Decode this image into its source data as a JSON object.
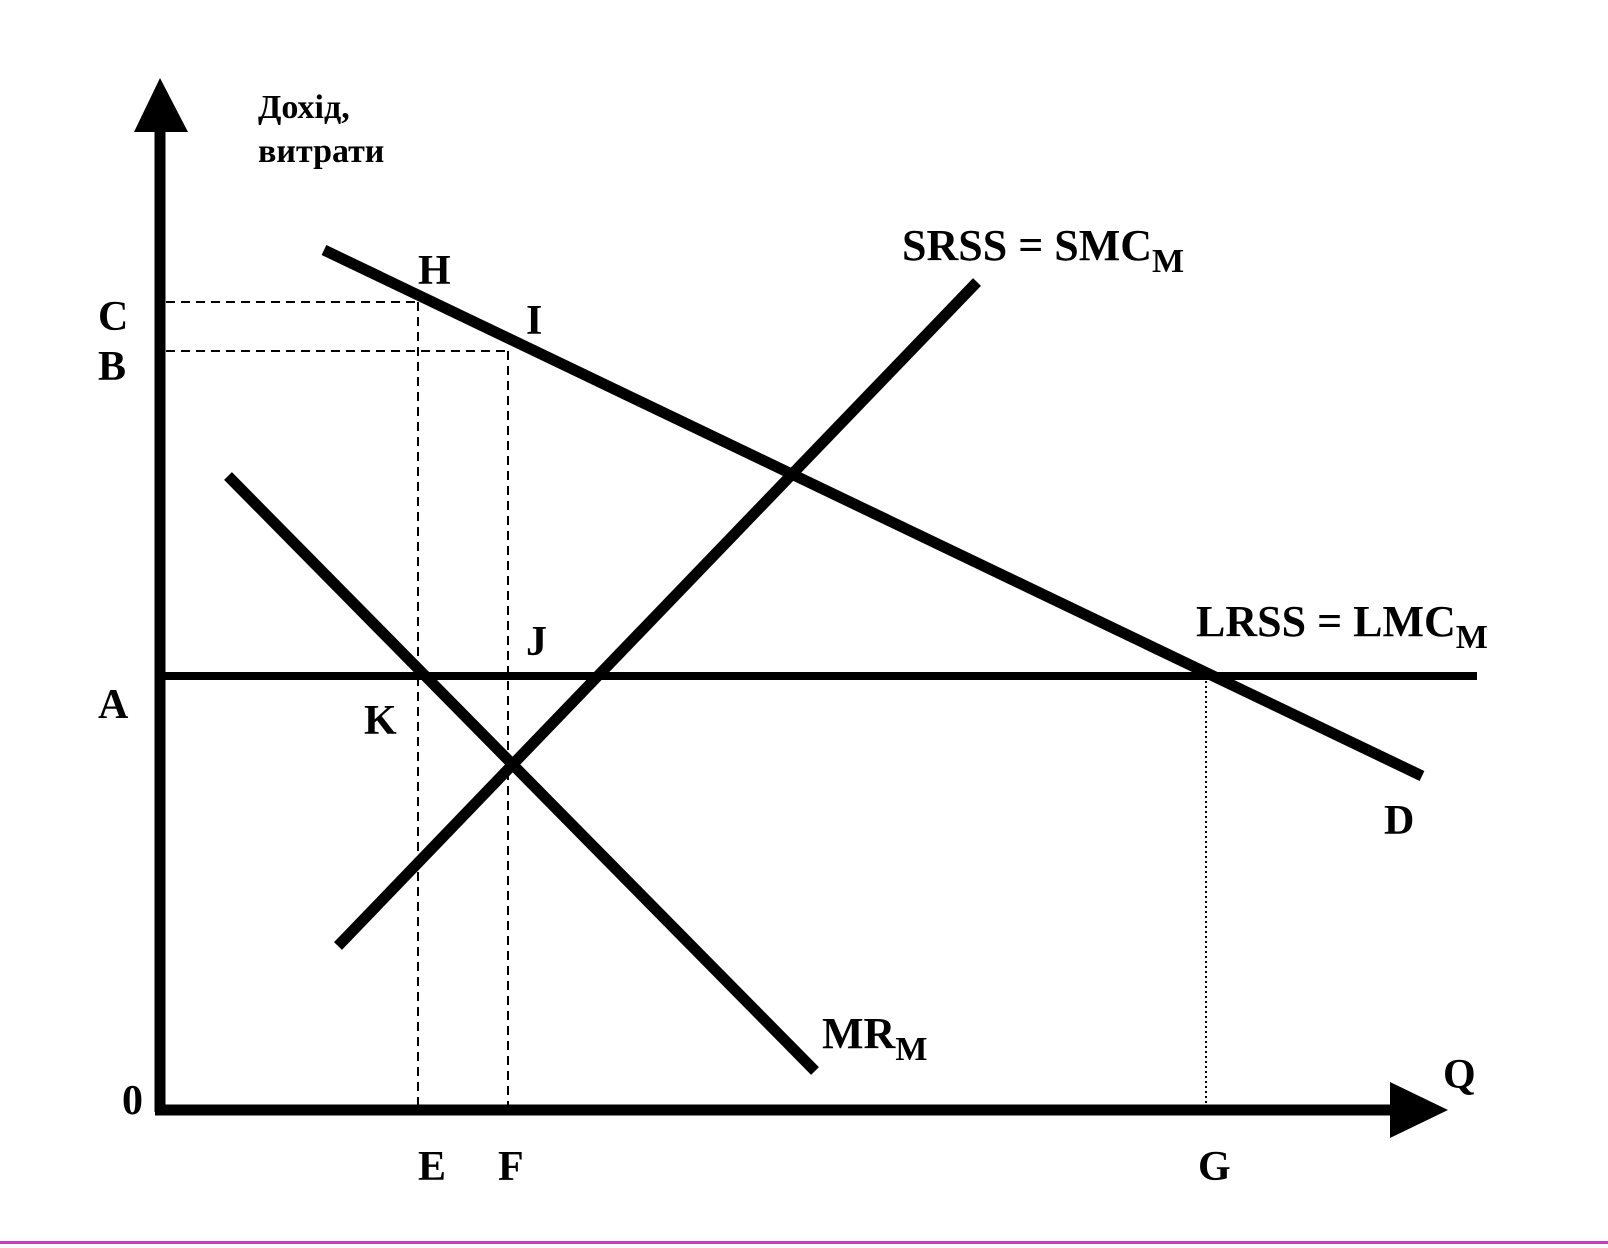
{
  "y_axis_label": [
    "Дохід,",
    "витрати"
  ],
  "x_axis_label": "Q",
  "origin_label": "0",
  "y_points": {
    "C": "C",
    "B": "B",
    "A": "A"
  },
  "x_points": {
    "E": "E",
    "F": "F",
    "G": "G"
  },
  "curve_points": {
    "H": "H",
    "I": "I",
    "J": "J",
    "K": "K",
    "D": "D"
  },
  "curves": {
    "srss": {
      "main": "SRSS = SMC",
      "sub": "M"
    },
    "lrss": {
      "main": "LRSS = LMC",
      "sub": "M"
    },
    "mr": {
      "main": "MR",
      "sub": "M"
    }
  },
  "colors": {
    "ink": "#000000",
    "bottom_line": "#c040c0"
  }
}
